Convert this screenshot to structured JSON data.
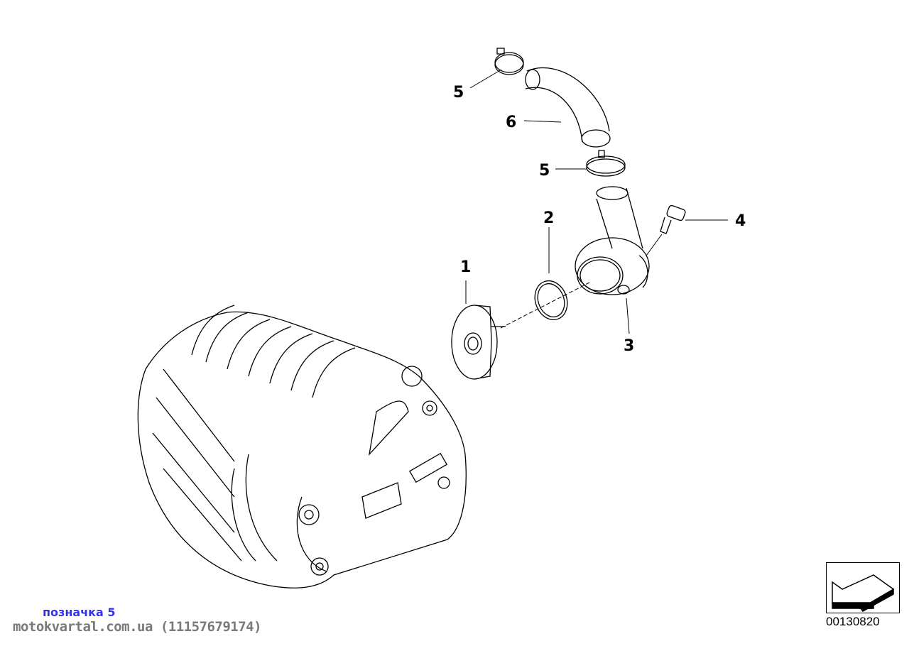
{
  "callouts": {
    "c5a": "5",
    "c6": "6",
    "c5b": "5",
    "c2": "2",
    "c4": "4",
    "c1": "1",
    "c3": "3"
  },
  "caption": "позначка 5",
  "watermark": "motokvartal.com.ua (11157679174)",
  "diagram_number": "00130820",
  "colors": {
    "caption": "#3333ee",
    "watermark": "#7a7a7a"
  }
}
